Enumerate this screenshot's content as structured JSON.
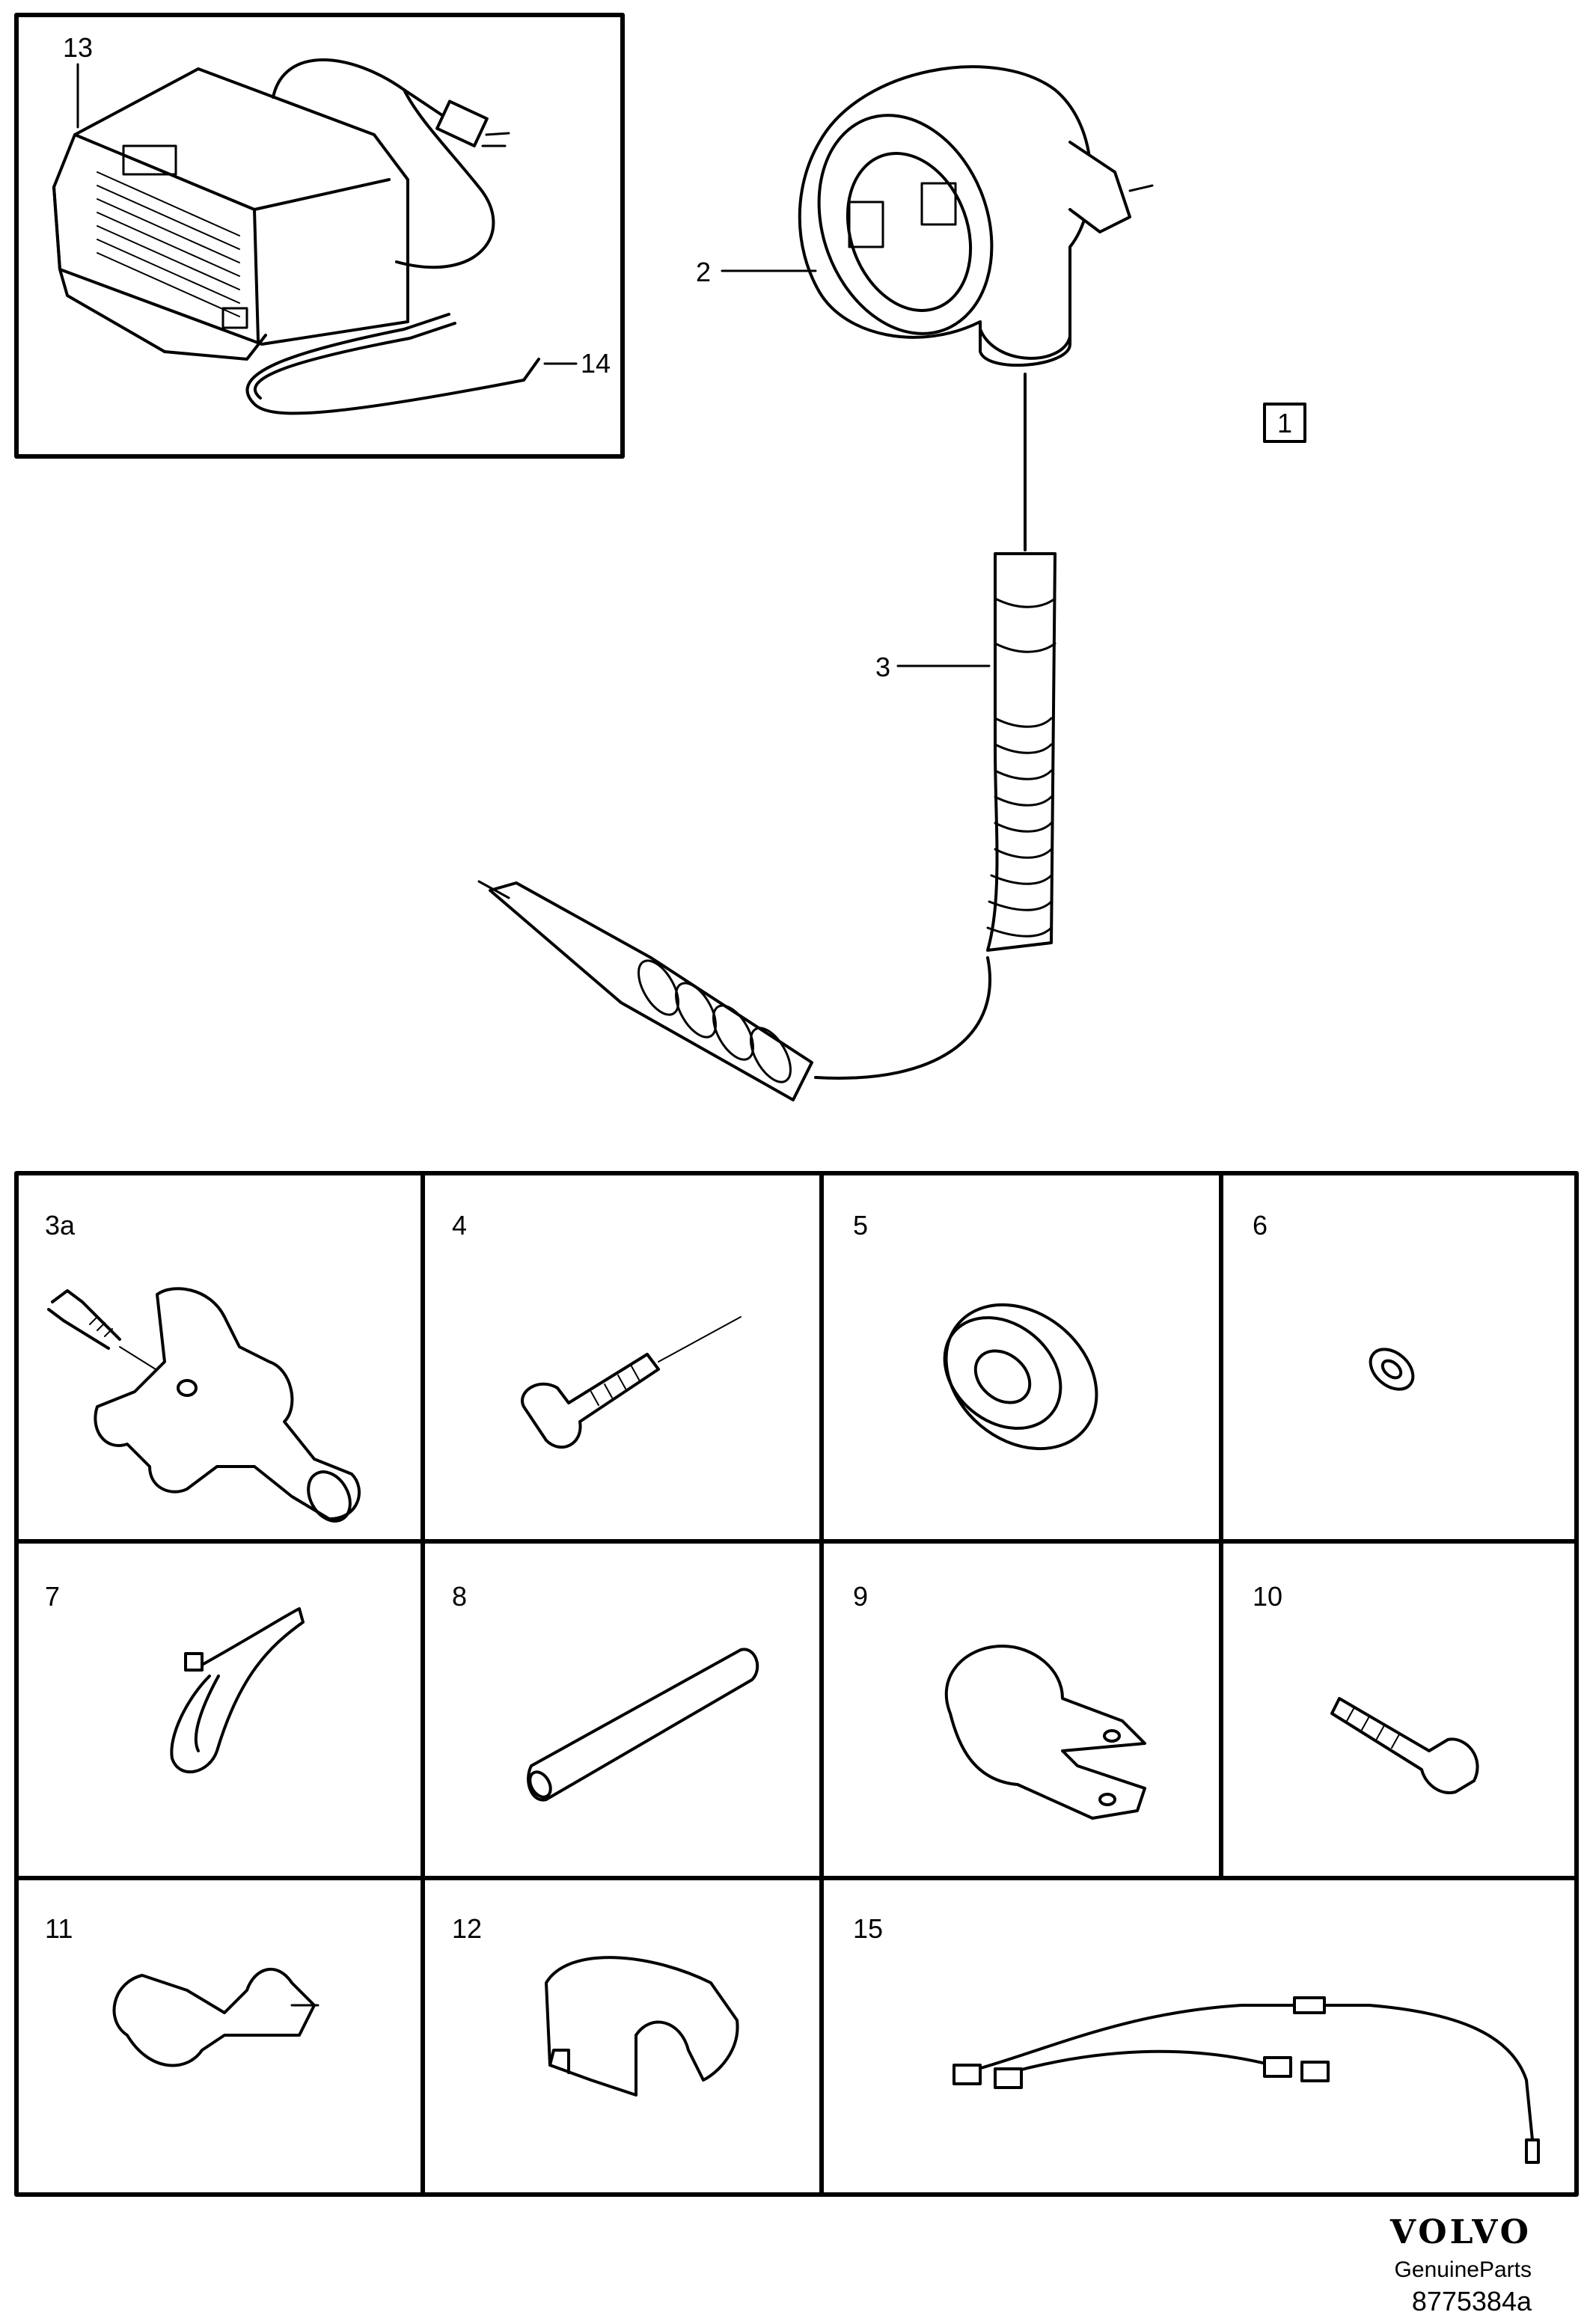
{
  "callouts": {
    "c1": "1",
    "c2": "2",
    "c3": "3",
    "c13": "13",
    "c14": "14"
  },
  "cells": [
    {
      "label": "3a",
      "part": "connector"
    },
    {
      "label": "4",
      "part": "screw"
    },
    {
      "label": "5",
      "part": "grommet"
    },
    {
      "label": "6",
      "part": "washer"
    },
    {
      "label": "7",
      "part": "cable-tie"
    },
    {
      "label": "8",
      "part": "sleeve"
    },
    {
      "label": "9",
      "part": "clamp"
    },
    {
      "label": "10",
      "part": "bolt"
    },
    {
      "label": "11",
      "part": "clip"
    },
    {
      "label": "12",
      "part": "cover"
    },
    {
      "label": "15",
      "part": "cable"
    }
  ],
  "footer": {
    "brand": "VOLVO",
    "subtitle": "GenuineParts",
    "code": "8775384a"
  }
}
